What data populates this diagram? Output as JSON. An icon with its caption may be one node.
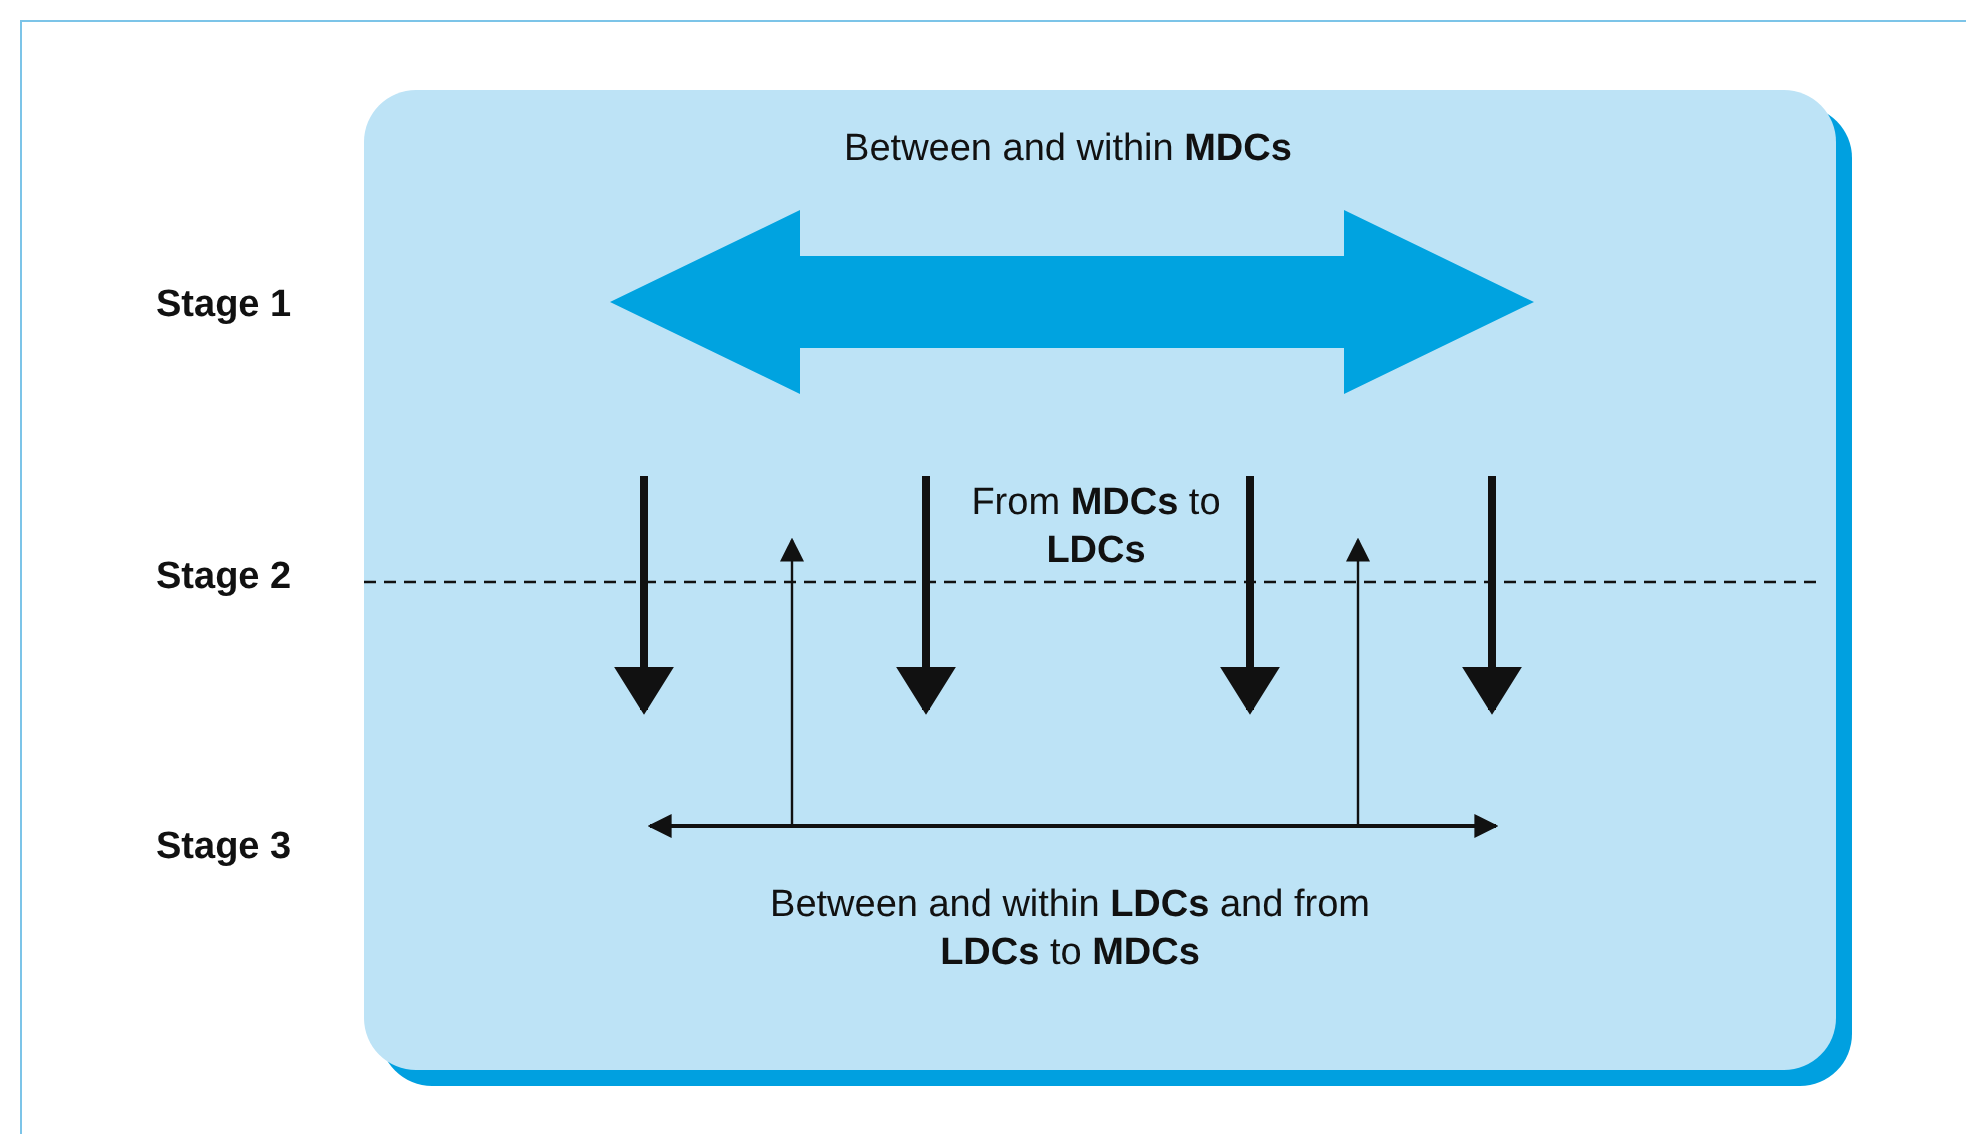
{
  "diagram": {
    "nodes": [
      {
        "text": [
          "Between and within **MDCs**",
          "From **MDCs** to **LDCs**",
          "Between and within **LDCs** and from **LDCs** to **MDCs**"
        ]
      }
    ],
    "edges": [],
    "labels": [
      "Stage 1",
      "Stage 2",
      "Stage 3"
    ]
  }
}
